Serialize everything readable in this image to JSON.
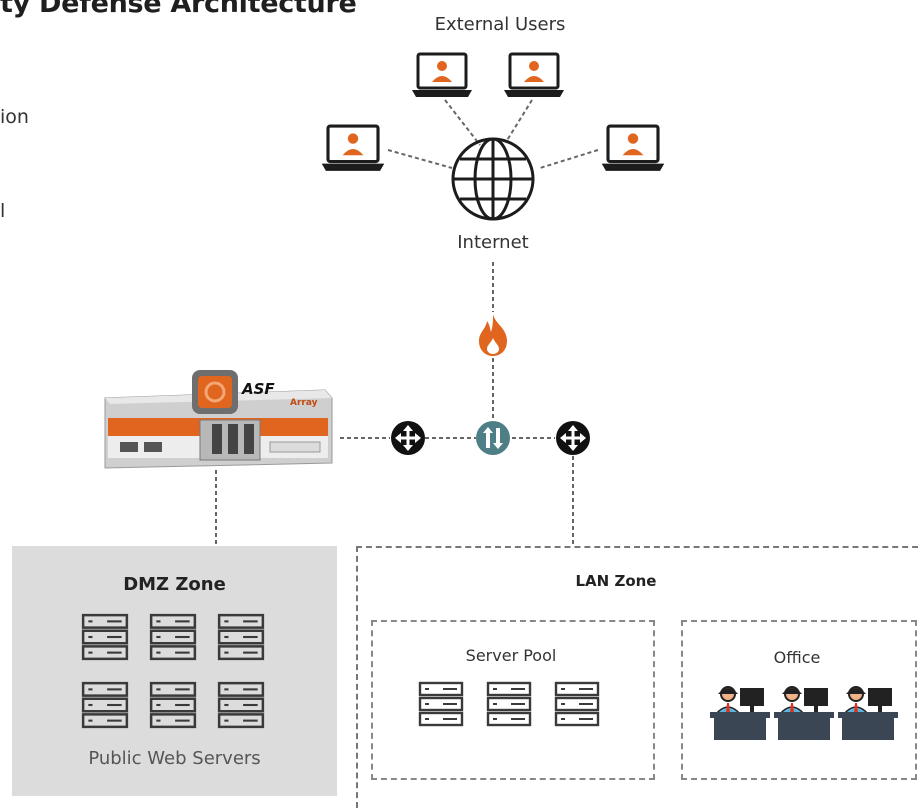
{
  "title": "ty Defense Architecture",
  "side_fragments": [
    "ion",
    "l"
  ],
  "nodes": {
    "external_users": "External Users",
    "internet": "Internet",
    "appliance_label": "ASF",
    "appliance_brand": "Array",
    "dmz_zone": "DMZ Zone",
    "public_web_servers": "Public Web Servers",
    "lan_zone": "LAN Zone",
    "server_pool": "Server Pool",
    "office": "Office"
  },
  "colors": {
    "accent_orange": "#e0661f",
    "dark": "#1c1c1c",
    "teal": "#4f7f86",
    "dmz_bg": "#dcdcdc",
    "server_outline": "#3a3a3a"
  },
  "icons": [
    "laptop-user-icon",
    "globe-icon",
    "fire-icon",
    "move-arrows-icon",
    "swap-arrows-icon",
    "server-rack-icon",
    "office-worker-icon"
  ]
}
